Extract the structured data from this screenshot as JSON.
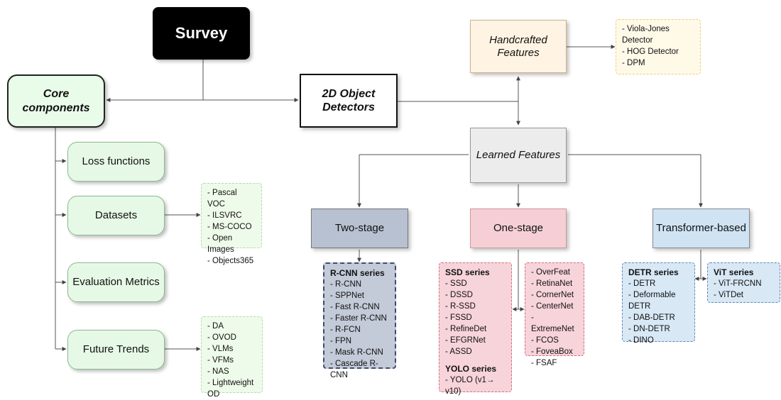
{
  "nodes": {
    "survey": "Survey",
    "core": "Core components",
    "loss": "Loss functions",
    "datasets": "Datasets",
    "evaluation": "Evaluation Metrics",
    "future": "Future Trends",
    "detectors": "2D Object Detectors",
    "handcrafted": "Handcrafted Features",
    "learned": "Learned Features",
    "two_stage": "Two-stage",
    "one_stage": "One-stage",
    "transformer": "Transformer-based"
  },
  "lists": {
    "handcrafted": [
      "- Viola-Jones Detector",
      "- HOG Detector",
      "- DPM"
    ],
    "datasets": [
      "- Pascal VOC",
      "- ILSVRC",
      "- MS-COCO",
      "- Open Images",
      "- Objects365"
    ],
    "future": [
      "- DA",
      "- OVOD",
      "- VLMs",
      "- VFMs",
      "- NAS",
      "- Lightweight OD"
    ],
    "rcnn": {
      "title": "R-CNN series",
      "items": [
        "- R-CNN",
        "- SPPNet",
        "- Fast R-CNN",
        "- Faster R-CNN",
        "- R-FCN",
        "- FPN",
        "- Mask R-CNN",
        "- Cascade R-CNN"
      ]
    },
    "ssd": {
      "title": "SSD series",
      "items": [
        "- SSD",
        "- DSSD",
        "- R-SSD",
        "- FSSD",
        "- RefineDet",
        "- EFGRNet",
        "- ASSD"
      ]
    },
    "yolo": {
      "title": "YOLO series",
      "items": [
        "- YOLO (v1→ v10)"
      ]
    },
    "one_stage_other": [
      "- OverFeat",
      "- RetinaNet",
      "- CornerNet",
      "- CenterNet",
      "- ExtremeNet",
      "- FCOS",
      "- FoveaBox",
      "- FSAF"
    ],
    "detr": {
      "title": "DETR series",
      "items": [
        "- DETR",
        "- Deformable DETR",
        "- DAB-DETR",
        "- DN-DETR",
        "- DINO"
      ]
    },
    "vit": {
      "title": "ViT series",
      "items": [
        "- ViT-FRCNN",
        "- ViTDet"
      ]
    }
  }
}
